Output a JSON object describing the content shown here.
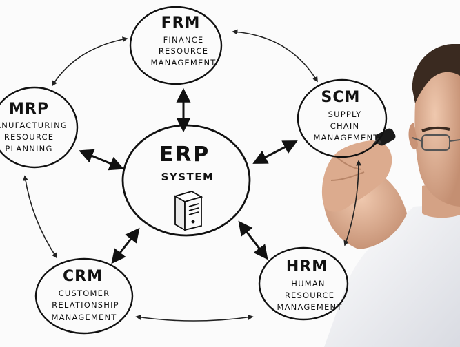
{
  "center": {
    "title": "ERP",
    "subtitle": "SYSTEM",
    "icon": "server-icon"
  },
  "modules": [
    {
      "id": "frm",
      "title": "FRM",
      "lines": [
        "FINANCE",
        "RESOURCE",
        "MANAGEMENT"
      ]
    },
    {
      "id": "scm",
      "title": "SCM",
      "lines": [
        "SUPPLY",
        "CHAIN",
        "MANAGEMENT"
      ]
    },
    {
      "id": "hrm",
      "title": "HRM",
      "lines": [
        "HUMAN",
        "RESOURCE",
        "MANAGEMENT"
      ]
    },
    {
      "id": "crm",
      "title": "CRM",
      "lines": [
        "CUSTOMER",
        "RELATIONSHIP",
        "MANAGEMENT"
      ]
    },
    {
      "id": "mrp",
      "title": "MRP",
      "lines": [
        "MANUFACTURING",
        "RESOURCE",
        "PLANNING"
      ]
    }
  ],
  "colors": {
    "ink": "#111111",
    "skin": "#e3b89d",
    "shirt": "#f2f2f4",
    "hair": "#3a2a20",
    "background": "#fbfbfb"
  }
}
